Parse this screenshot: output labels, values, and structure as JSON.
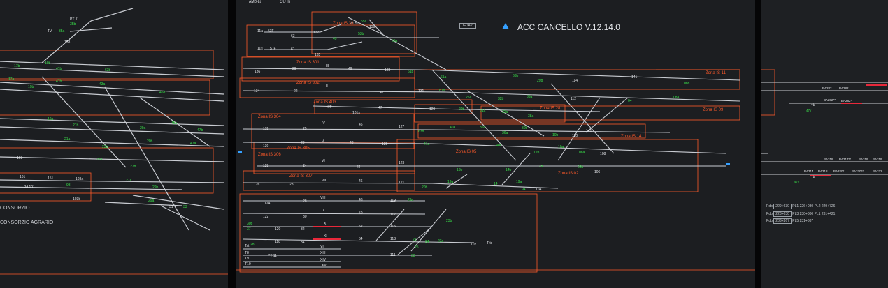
{
  "app": {
    "title": "ACC CANCELLO V.12.14.0",
    "station_code": "GDA2",
    "top_label": "CU Ti"
  },
  "zones": [
    "Zona IS 33",
    "Zona IS 301",
    "Zona IS 302",
    "Zona IS 403",
    "Zona IS 304",
    "Zona IS 305",
    "Zona IS 306",
    "Zona IS 307",
    "Zona IS 05",
    "Zona IS 28",
    "Zona IS 14",
    "Zona IS 02",
    "Zona IS 11",
    "Zona IS 09"
  ],
  "track_labels": [
    "II",
    "III",
    "IV",
    "V",
    "VI",
    "VII",
    "VIII",
    "IX",
    "X",
    "XI",
    "XII",
    "XIII",
    "XIV",
    "XV"
  ],
  "signal_labels": [
    "53F",
    "51F",
    "137",
    "135",
    "136",
    "139",
    "131",
    "132",
    "134",
    "133",
    "129",
    "127",
    "125",
    "123",
    "121",
    "119",
    "117",
    "115",
    "113",
    "111",
    "116",
    "118",
    "120",
    "122",
    "124",
    "126",
    "128",
    "130",
    "114",
    "112",
    "110",
    "108",
    "106",
    "104",
    "102",
    "141"
  ],
  "left_places": [
    "CONSORZIO",
    "CONSORZIO AGRARIO"
  ],
  "right_panel": {
    "pdp_rows": [
      {
        "label": "Pdp",
        "box": "229+630",
        "text": "PL1 226+030  PL2 229+726"
      },
      {
        "label": "Pdp",
        "box": "228+630",
        "text": "PL3 230+800  PL1 231+421"
      },
      {
        "label": "Pdp",
        "box": "233+267",
        "text": "PL5 231+367"
      }
    ],
    "blocks": [
      "BA282",
      "BA282**",
      "BA318",
      "BA317**",
      "BA319",
      "BA320**"
    ]
  },
  "colors": {
    "background": "#1c1e21",
    "track": "#c9ccd2",
    "zone_border": "#ff5a2a",
    "green_label": "#39e04a",
    "red_route": "#e8283a",
    "accent_blue": "#35a0ff"
  }
}
